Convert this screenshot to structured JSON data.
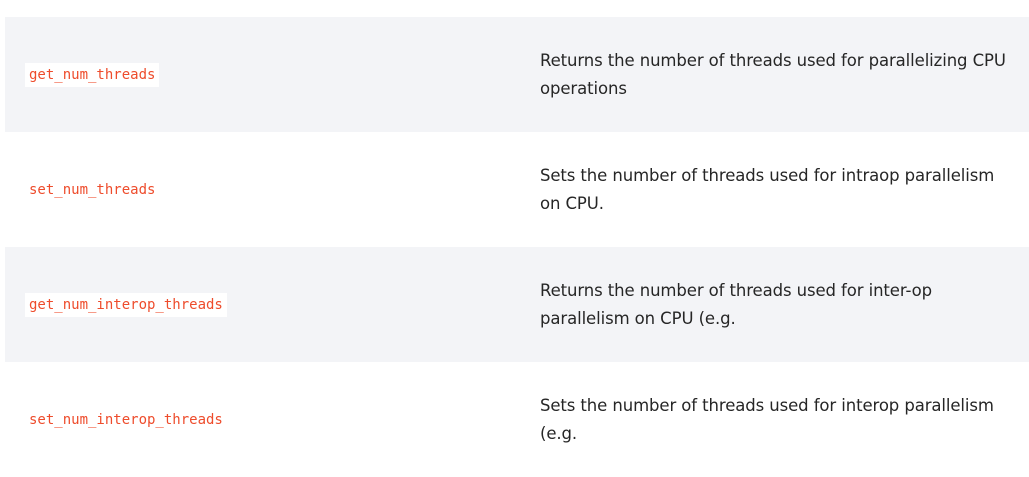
{
  "rows": [
    {
      "name": "get_num_threads",
      "description": "Returns the number of threads used for parallelizing CPU operations"
    },
    {
      "name": "set_num_threads",
      "description": "Sets the number of threads used for intraop parallelism on CPU."
    },
    {
      "name": "get_num_interop_threads",
      "description": "Returns the number of threads used for inter-op parallelism on CPU (e.g."
    },
    {
      "name": "set_num_interop_threads",
      "description": "Sets the number of threads used for interop parallelism (e.g."
    }
  ],
  "colors": {
    "code_text": "#ee4c2c",
    "row_shade": "#f3f4f7",
    "body_text": "#262626"
  }
}
